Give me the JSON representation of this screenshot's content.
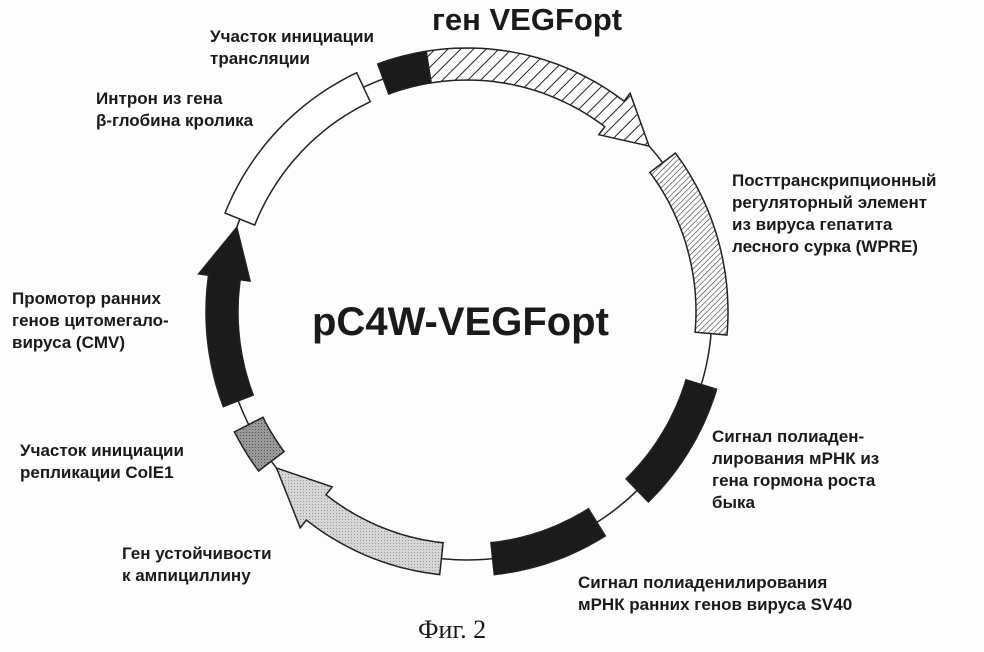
{
  "title": "ген VEGFopt",
  "plasmid_name": "pC4W-VEGFopt",
  "figure_caption": "Фиг. 2",
  "features": {
    "translation_init": {
      "label": "Участок инициации\nтрансляции",
      "style": "black"
    },
    "vegf": {
      "label": "ген VEGFopt",
      "style": "hatched-wide"
    },
    "wpre": {
      "label": "Посттранскрипционный\nрегуляторный элемент\nиз вируса гепатита\nлесного сурка (WPRE)",
      "style": "hatched-fine"
    },
    "bgh_polya": {
      "label": "Сигнал полиаден-\nлирования мРНК из\nгена гормона роста\nбыка",
      "style": "black"
    },
    "sv40_polya": {
      "label": "Сигнал полиаденилирования\nмРНК ранних генов вируса SV40",
      "style": "black"
    },
    "ampr": {
      "label": "Ген устойчивости\nк ампициллину",
      "style": "light-gray"
    },
    "cole1": {
      "label": "Участок инициации\nрепликации ColE1",
      "style": "dark-gray"
    },
    "cmv": {
      "label": "Промотор ранних\nгенов цитомегало-\nвируса (CMV)",
      "style": "black"
    },
    "intron": {
      "label": "Интрон из гена\nβ-глобина кролика",
      "style": "white"
    }
  },
  "colors": {
    "black": "#1b1b1b",
    "light_gray": "#cfcfcf",
    "dark_gray": "#8a8a8a",
    "line": "#222222"
  }
}
